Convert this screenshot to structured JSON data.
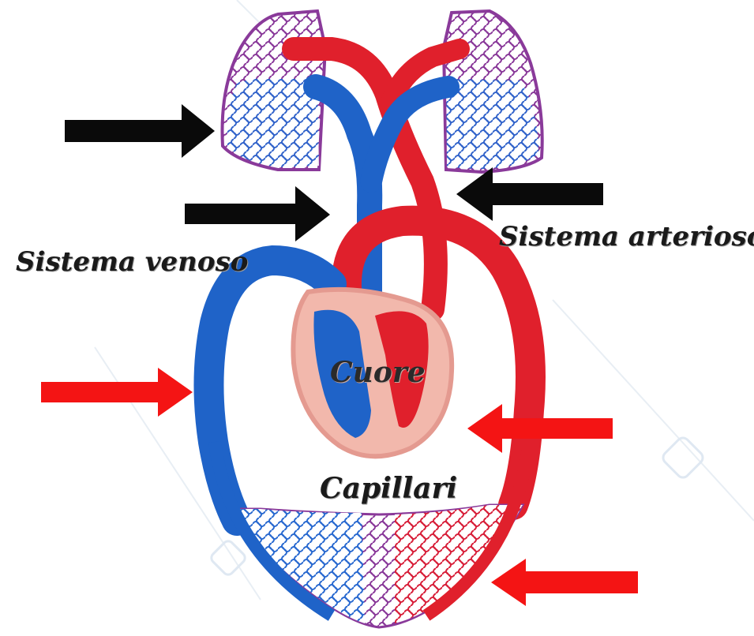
{
  "labels": {
    "venous_system": "Sistema venoso",
    "arterial_system": "Sistema arterioso",
    "heart": "Cuore",
    "capillaries": "Capillari"
  },
  "colors": {
    "artery": "#e0202c",
    "vein": "#1f63c8",
    "capillary_mix": "#8a3a9a",
    "heart_tissue": "#f2b8ac",
    "arrow_black": "#0a0a0a",
    "arrow_red": "#f41414"
  }
}
